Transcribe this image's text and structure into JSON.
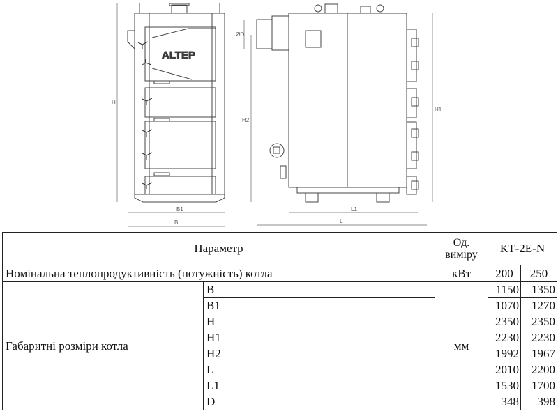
{
  "drawing": {
    "logo": "ALTEP",
    "labels": {
      "H": "H",
      "H1": "H1",
      "H2": "H2",
      "B": "B",
      "B1": "B1",
      "L": "L",
      "L1": "L1",
      "D": "ØD"
    }
  },
  "table": {
    "header": {
      "parameter": "Параметр",
      "unit_line1": "Од.",
      "unit_line2": "виміру",
      "model": "КТ-2Е-N"
    },
    "power_row": {
      "label": "Номінальна теплопродуктивність (потужність) котла",
      "unit": "кВт",
      "values": [
        "200",
        "250"
      ]
    },
    "dimensions": {
      "label": "Габаритні розміри котла",
      "unit": "мм",
      "rows": [
        {
          "name": "B",
          "values": [
            "1150",
            "1350"
          ]
        },
        {
          "name": "B1",
          "values": [
            "1070",
            "1270"
          ]
        },
        {
          "name": "H",
          "values": [
            "2350",
            "2350"
          ]
        },
        {
          "name": "H1",
          "values": [
            "2230",
            "2230"
          ]
        },
        {
          "name": "H2",
          "values": [
            "1992",
            "1967"
          ]
        },
        {
          "name": "L",
          "values": [
            "2010",
            "2200"
          ]
        },
        {
          "name": "L1",
          "values": [
            "1530",
            "1700"
          ]
        },
        {
          "name": "D",
          "values": [
            "348",
            "398"
          ]
        }
      ]
    }
  }
}
